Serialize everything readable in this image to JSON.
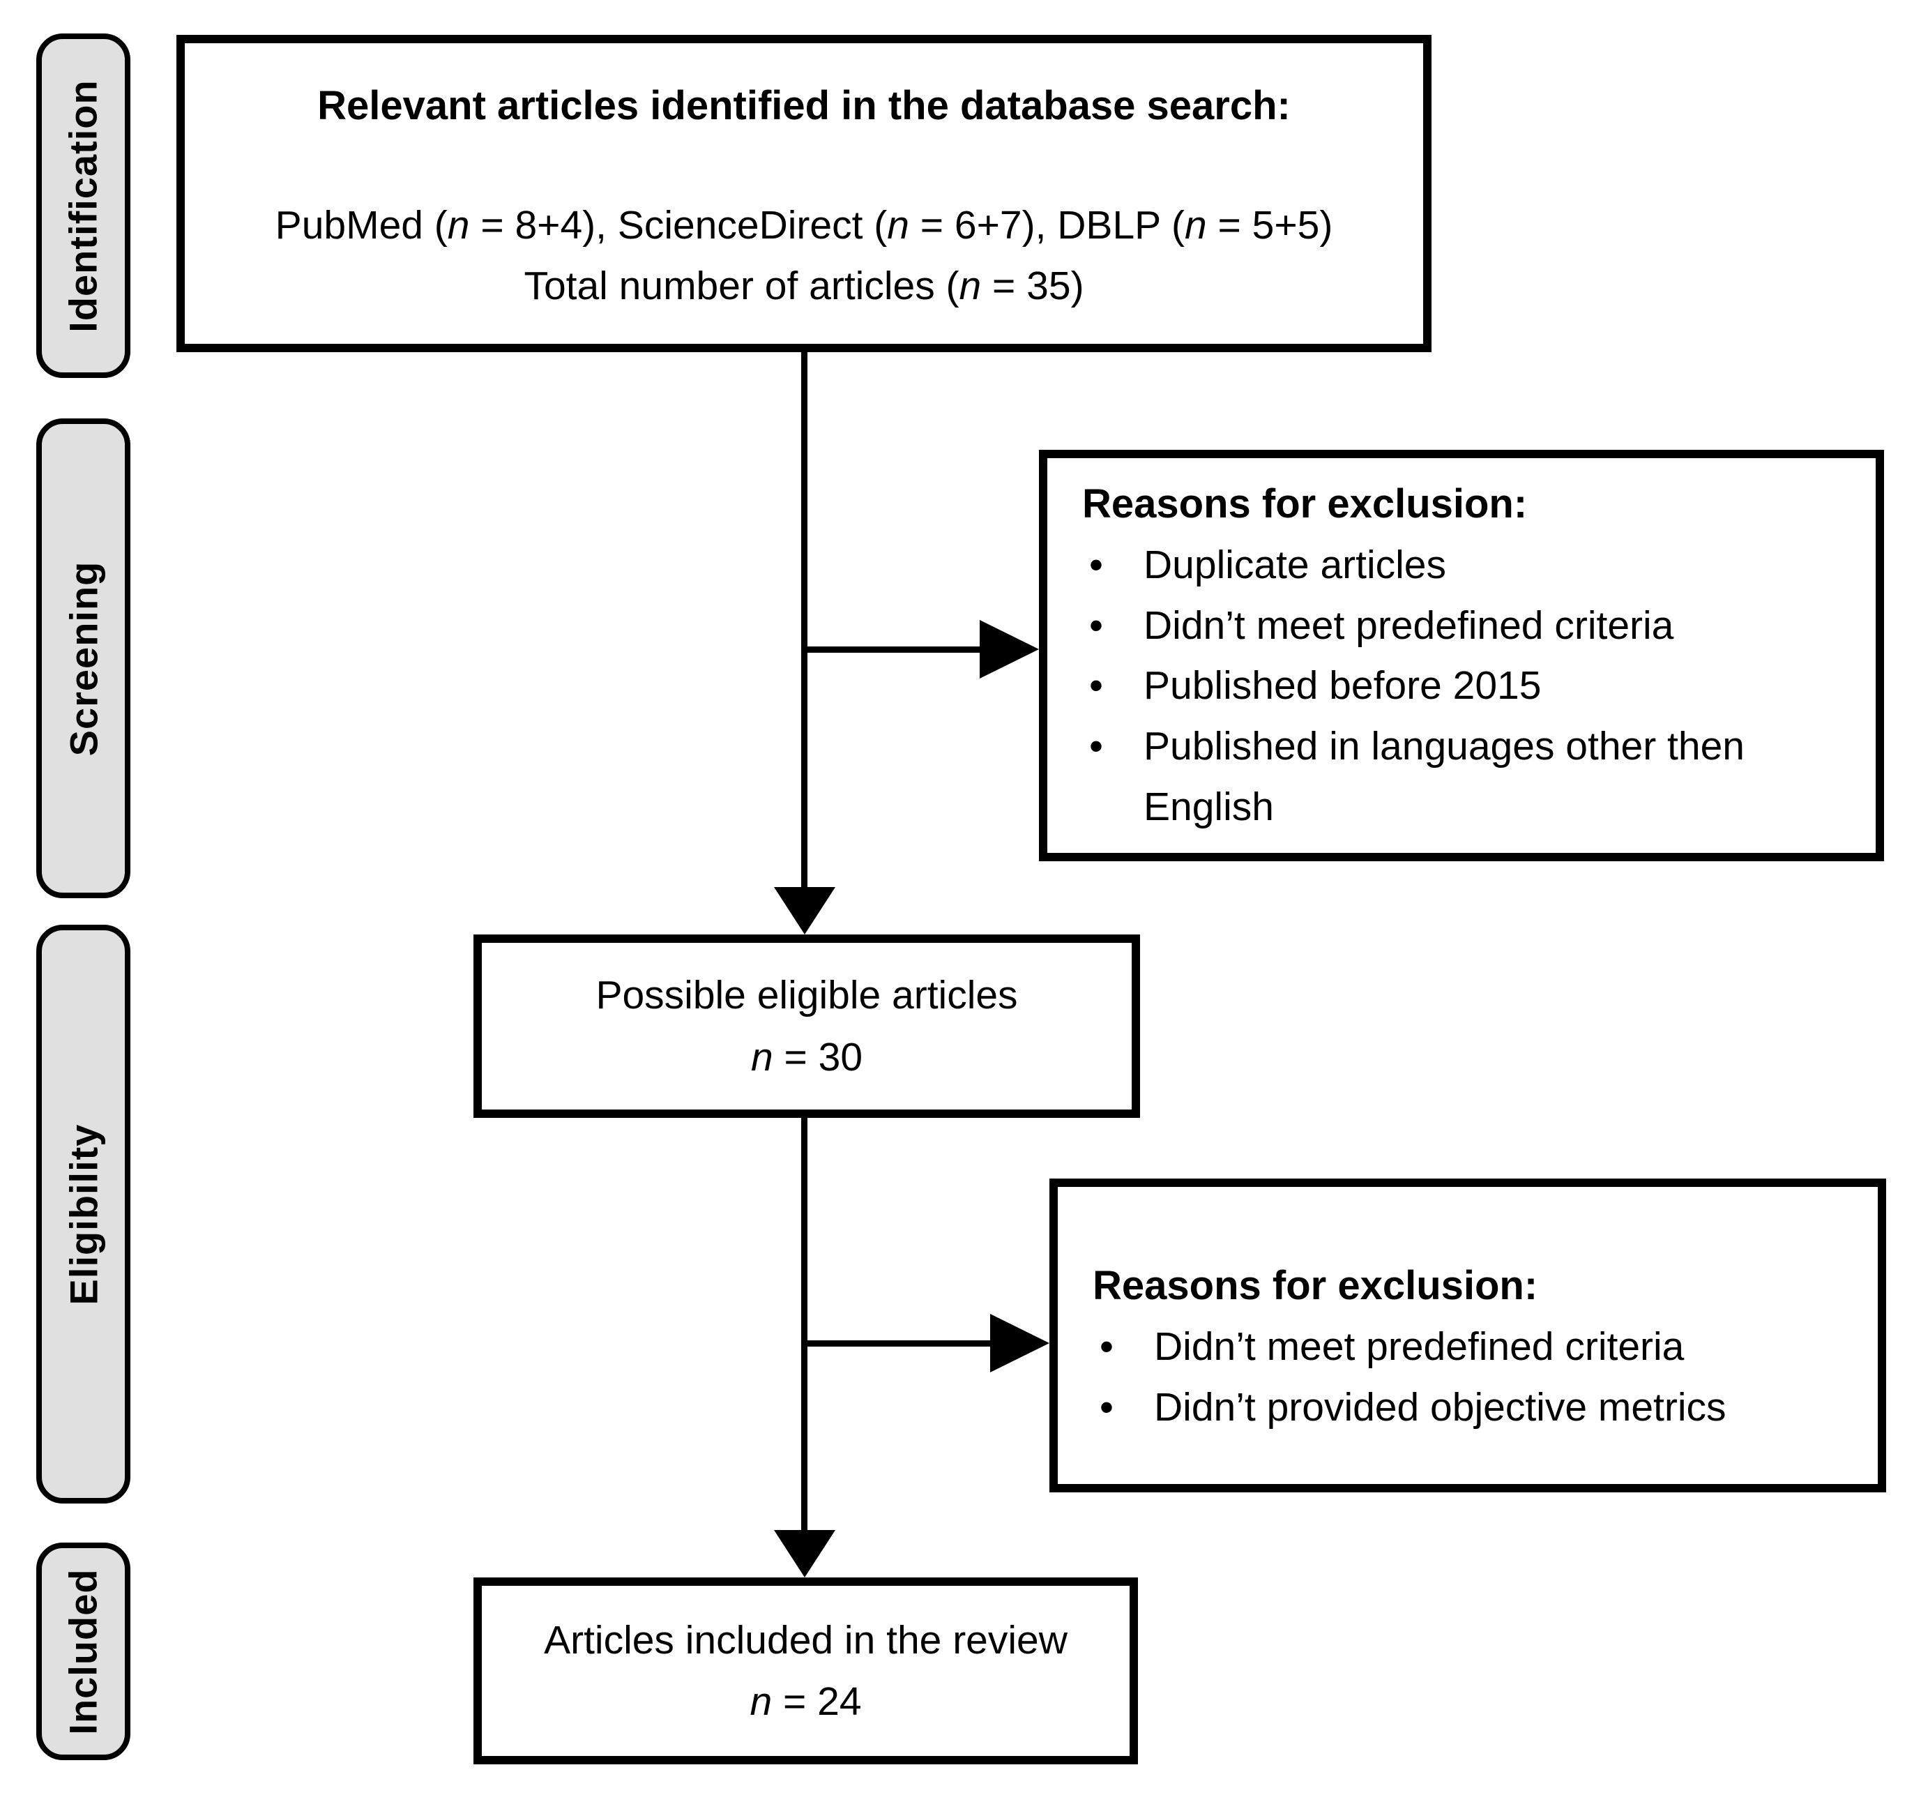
{
  "diagram": {
    "bullet_glyph": "•",
    "stages": {
      "identification": "Identification",
      "screening": "Screening",
      "eligibility": "Eligibility",
      "included": "Included"
    },
    "identification_box": {
      "title": "Relevant articles identified in the database search:",
      "sources_parts": [
        "PubMed (",
        "n",
        " = 8+4), ScienceDirect (",
        "n",
        " = 6+7), DBLP (",
        "n",
        " = 5+5)"
      ],
      "total_parts": [
        "Total number of articles (",
        "n",
        " = 35)"
      ]
    },
    "screening_exclusion_box": {
      "title": "Reasons for exclusion:",
      "items": [
        "Duplicate articles",
        "Didn’t meet predefined criteria",
        "Published before 2015",
        "Published in languages other then English"
      ]
    },
    "eligible_box": {
      "line": "Possible eligible articles",
      "count_parts": [
        "n",
        " = 30"
      ]
    },
    "eligibility_exclusion_box": {
      "title": "Reasons for exclusion:",
      "items": [
        "Didn’t meet predefined criteria",
        "Didn’t provided objective metrics"
      ]
    },
    "included_box": {
      "line": "Articles included in the review",
      "count_parts": [
        "n",
        " = 24"
      ]
    },
    "colors": {
      "stage_fill": "#e0e0e0",
      "border": "#000000",
      "background": "#ffffff",
      "text": "#000000"
    }
  }
}
